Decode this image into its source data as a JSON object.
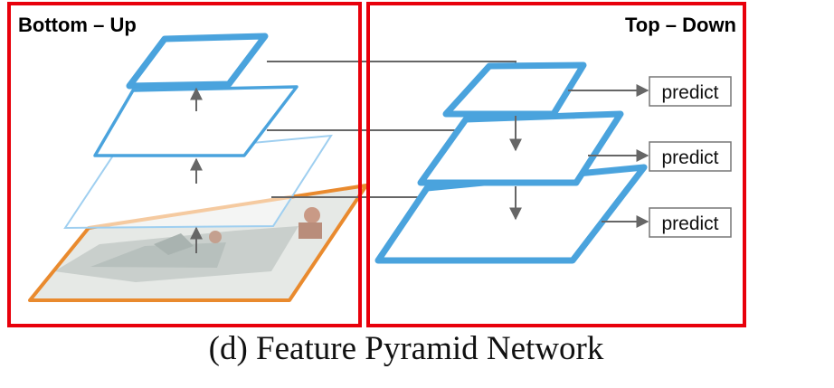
{
  "panels": {
    "bottom_up": {
      "label": "Bottom – Up"
    },
    "top_down": {
      "label": "Top – Down"
    }
  },
  "predict_boxes": [
    {
      "label": "predict"
    },
    {
      "label": "predict"
    },
    {
      "label": "predict"
    }
  ],
  "caption": "(d) Feature Pyramid Network",
  "colors": {
    "panel_border": "#e8000b",
    "feature_map": "#4aa3dd",
    "feature_map_faint": "#9fcff0",
    "image_border": "#e98a2e",
    "arrow": "#666666",
    "predict_border": "#777777"
  },
  "icons": {
    "input_image": "boat-photo"
  }
}
